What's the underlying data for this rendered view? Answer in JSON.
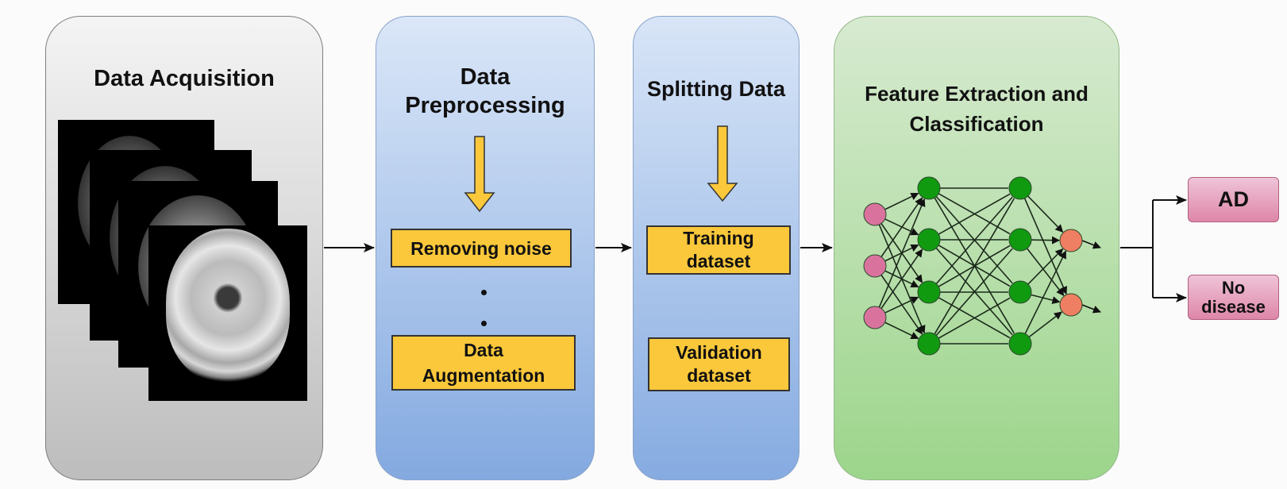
{
  "diagram": {
    "type": "pipeline",
    "stages": [
      {
        "id": "acquisition",
        "title": "Data Acquisition",
        "content": "stack of axial brain MRI slices",
        "mri_slice_count": 4
      },
      {
        "id": "preprocessing",
        "title_lines": [
          "Data",
          "Preprocessing"
        ],
        "steps": [
          "Removing noise",
          "Data Augmentation"
        ],
        "step_lines": [
          [
            "Removing noise"
          ],
          [
            "Data",
            "Augmentation"
          ]
        ],
        "ellipsis": ". ."
      },
      {
        "id": "splitting",
        "title": "Splitting Data",
        "outputs": [
          [
            "Training",
            "dataset"
          ],
          [
            "Validation",
            "dataset"
          ]
        ]
      },
      {
        "id": "feature",
        "title_lines": [
          "Feature Extraction and",
          "Classification"
        ],
        "network": {
          "input_nodes": 3,
          "hidden_layer_1": 4,
          "hidden_layer_2": 4,
          "output_nodes": 2
        }
      }
    ],
    "outputs": [
      {
        "label_lines": [
          "AD"
        ]
      },
      {
        "label_lines": [
          "No",
          "disease"
        ]
      }
    ],
    "colors": {
      "acquisition_panel": "#d9d9d9",
      "preprocessing_panel": "#a9c4ec",
      "splitting_panel": "#a9c4ec",
      "feature_panel": "#b8dfaa",
      "step_box": "#fbc83b",
      "input_node": "#d9739e",
      "hidden_node": "#109a10",
      "output_node": "#ef7f62",
      "result_box": "#e8a8c4"
    }
  }
}
